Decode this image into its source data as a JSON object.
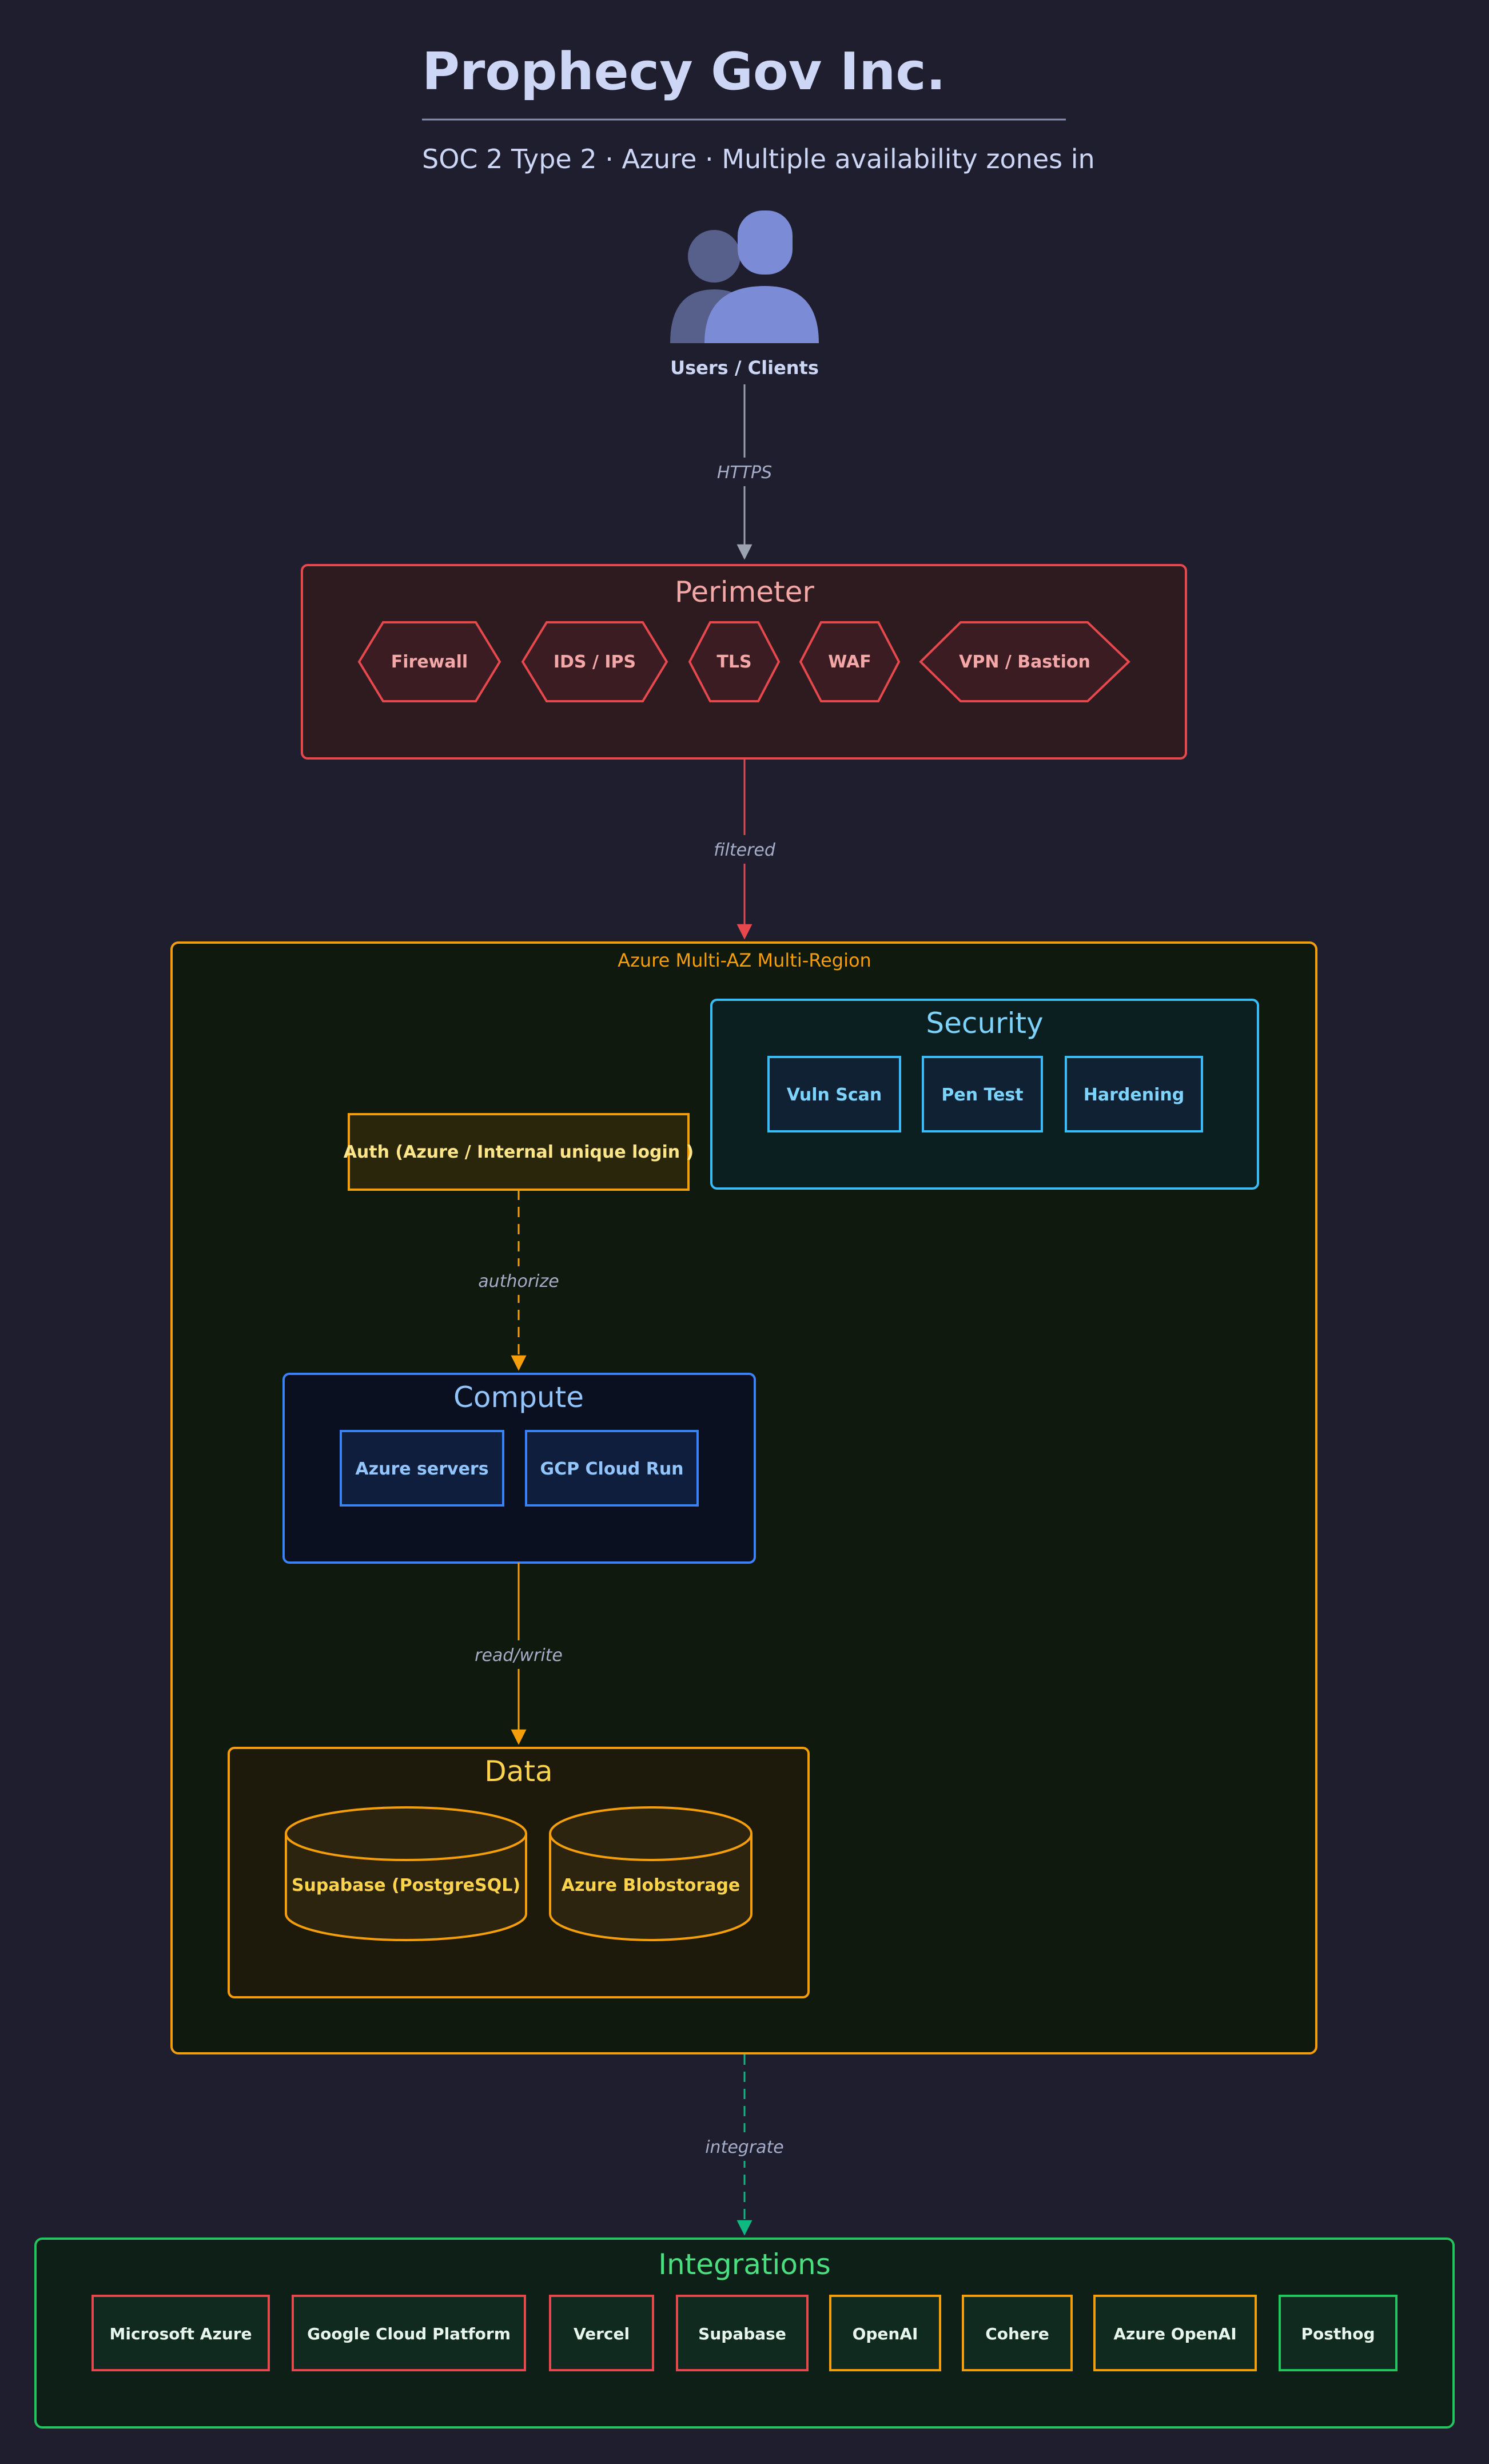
{
  "header": {
    "title": "Prophecy Gov Inc.",
    "subtitle": "SOC 2 Type 2 · Azure · Multiple availability zones in"
  },
  "users": {
    "label": "Users / Clients",
    "icon": "users-icon"
  },
  "edges": {
    "https": "HTTPS",
    "filtered": "filtered",
    "authorize": "authorize",
    "read_write": "read/write",
    "integrate": "integrate"
  },
  "perimeter": {
    "title": "Perimeter",
    "items": [
      "Firewall",
      "IDS / IPS",
      "TLS",
      "WAF",
      "VPN / Bastion"
    ]
  },
  "region": {
    "label": "Azure Multi-AZ Multi-Region"
  },
  "security": {
    "title": "Security",
    "items": [
      "Vuln Scan",
      "Pen Test",
      "Hardening"
    ]
  },
  "auth": {
    "label": "Auth (Azure / Internal unique login )"
  },
  "compute": {
    "title": "Compute",
    "items": [
      "Azure servers",
      "GCP Cloud Run"
    ]
  },
  "data_cluster": {
    "title": "Data",
    "items": [
      "Supabase (PostgreSQL)",
      "Azure Blobstorage"
    ]
  },
  "integrations": {
    "title": "Integrations",
    "items": [
      "Microsoft Azure",
      "Google Cloud Platform",
      "Vercel",
      "Supabase",
      "OpenAI",
      "Cohere",
      "Azure OpenAI",
      "Posthog"
    ]
  },
  "colors": {
    "background": "#1e1e2e",
    "perimeter": "#e5484d",
    "region": "#f59e0b",
    "security": "#38bdf8",
    "compute": "#3b82f6",
    "integrations": "#22c55e"
  }
}
